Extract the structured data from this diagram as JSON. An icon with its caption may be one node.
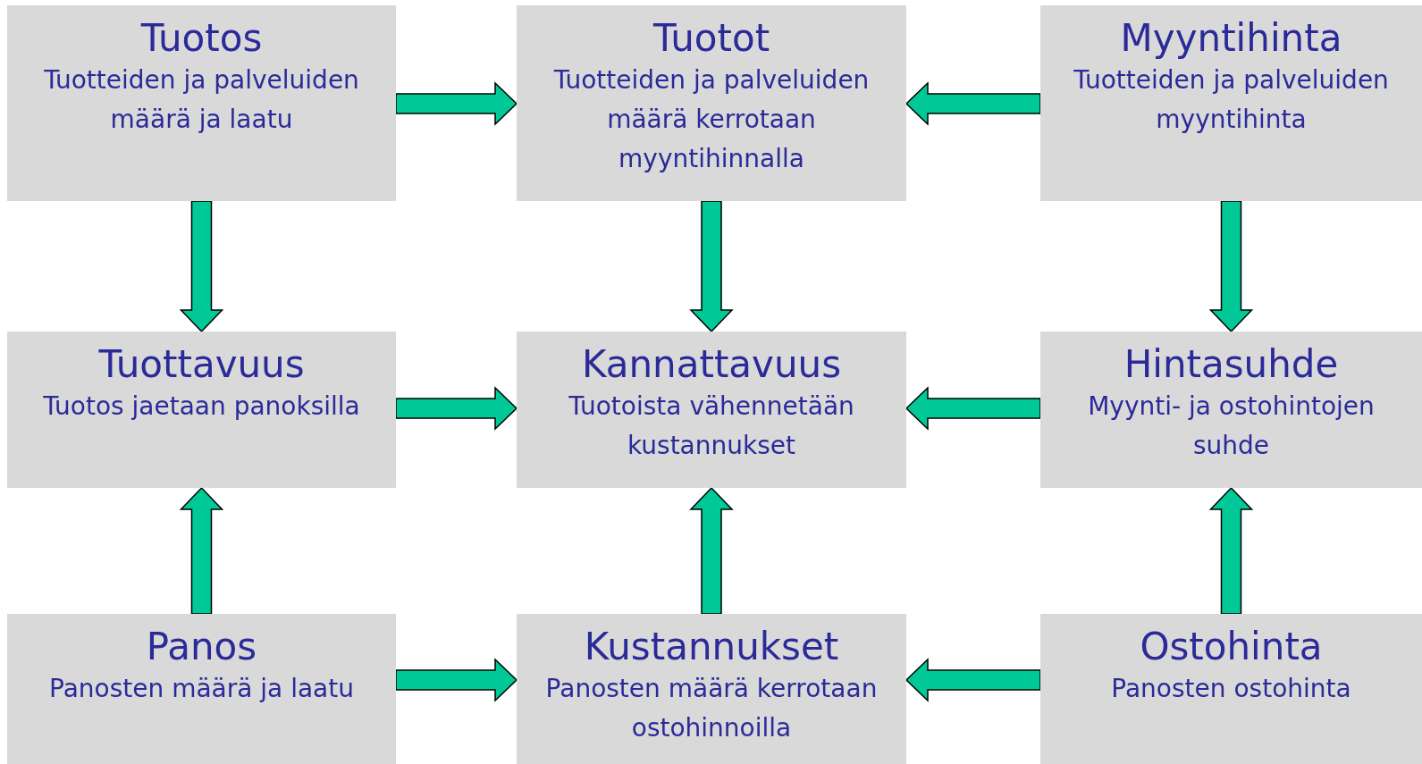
{
  "diagram": {
    "nodes": [
      {
        "text": [
          "Tuotos",
          "Tuotteiden ja palveluiden määrä ja laatu"
        ]
      },
      {
        "text": [
          "Tuotot",
          "Tuotteiden ja palveluiden määrä kerrotaan myyntihinnalla"
        ]
      },
      {
        "text": [
          "Myyntihinta",
          "Tuotteiden ja palveluiden myyntihinta"
        ]
      },
      {
        "text": [
          "Tuottavuus",
          "Tuotos jaetaan panoksilla"
        ]
      },
      {
        "text": [
          "Kannattavuus",
          "Tuotoista vähennetään kustannukset"
        ]
      },
      {
        "text": [
          "Hintasuhde",
          "Myynti- ja ostohintojen suhde"
        ]
      },
      {
        "text": [
          "Panos",
          "Panosten määrä ja laatu"
        ]
      },
      {
        "text": [
          "Kustannukset",
          "Panosten määrä kerrotaan ostohinnoilla"
        ]
      },
      {
        "text": [
          "Ostohinta",
          "Panosten ostohinta"
        ]
      }
    ],
    "edges": [
      {
        "from": 0,
        "to": 1,
        "arrow": "to"
      },
      {
        "from": 2,
        "to": 1,
        "arrow": "to"
      },
      {
        "from": 0,
        "to": 3,
        "arrow": "to"
      },
      {
        "from": 1,
        "to": 4,
        "arrow": "to"
      },
      {
        "from": 2,
        "to": 5,
        "arrow": "to"
      },
      {
        "from": 3,
        "to": 4,
        "arrow": "to"
      },
      {
        "from": 5,
        "to": 4,
        "arrow": "to"
      },
      {
        "from": 6,
        "to": 3,
        "arrow": "to"
      },
      {
        "from": 7,
        "to": 4,
        "arrow": "to"
      },
      {
        "from": 8,
        "to": 5,
        "arrow": "to"
      },
      {
        "from": 6,
        "to": 7,
        "arrow": "to"
      },
      {
        "from": 8,
        "to": 7,
        "arrow": "to"
      }
    ]
  }
}
